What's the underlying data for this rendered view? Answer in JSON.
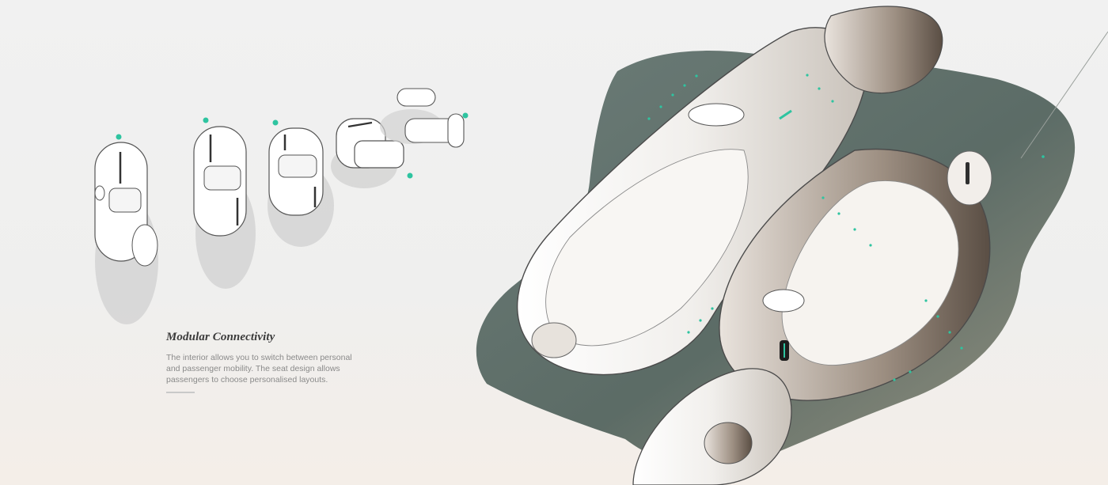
{
  "copy": {
    "title": "Modular Connectivity",
    "body": "The interior allows you to switch between personal\nand passenger mobility. The seat design allows\npassengers to choose personalised layouts."
  },
  "illustration": {
    "seat_layouts": [
      {
        "name": "single-seat-layout"
      },
      {
        "name": "split-seat-layout"
      },
      {
        "name": "side-by-side-layout"
      },
      {
        "name": "fold-layout"
      },
      {
        "name": "lounge-layout"
      }
    ],
    "accent_color": "#2ec4a0",
    "shadow_color": "#bdbdbd",
    "backdrop_color": "#4a5e58"
  }
}
